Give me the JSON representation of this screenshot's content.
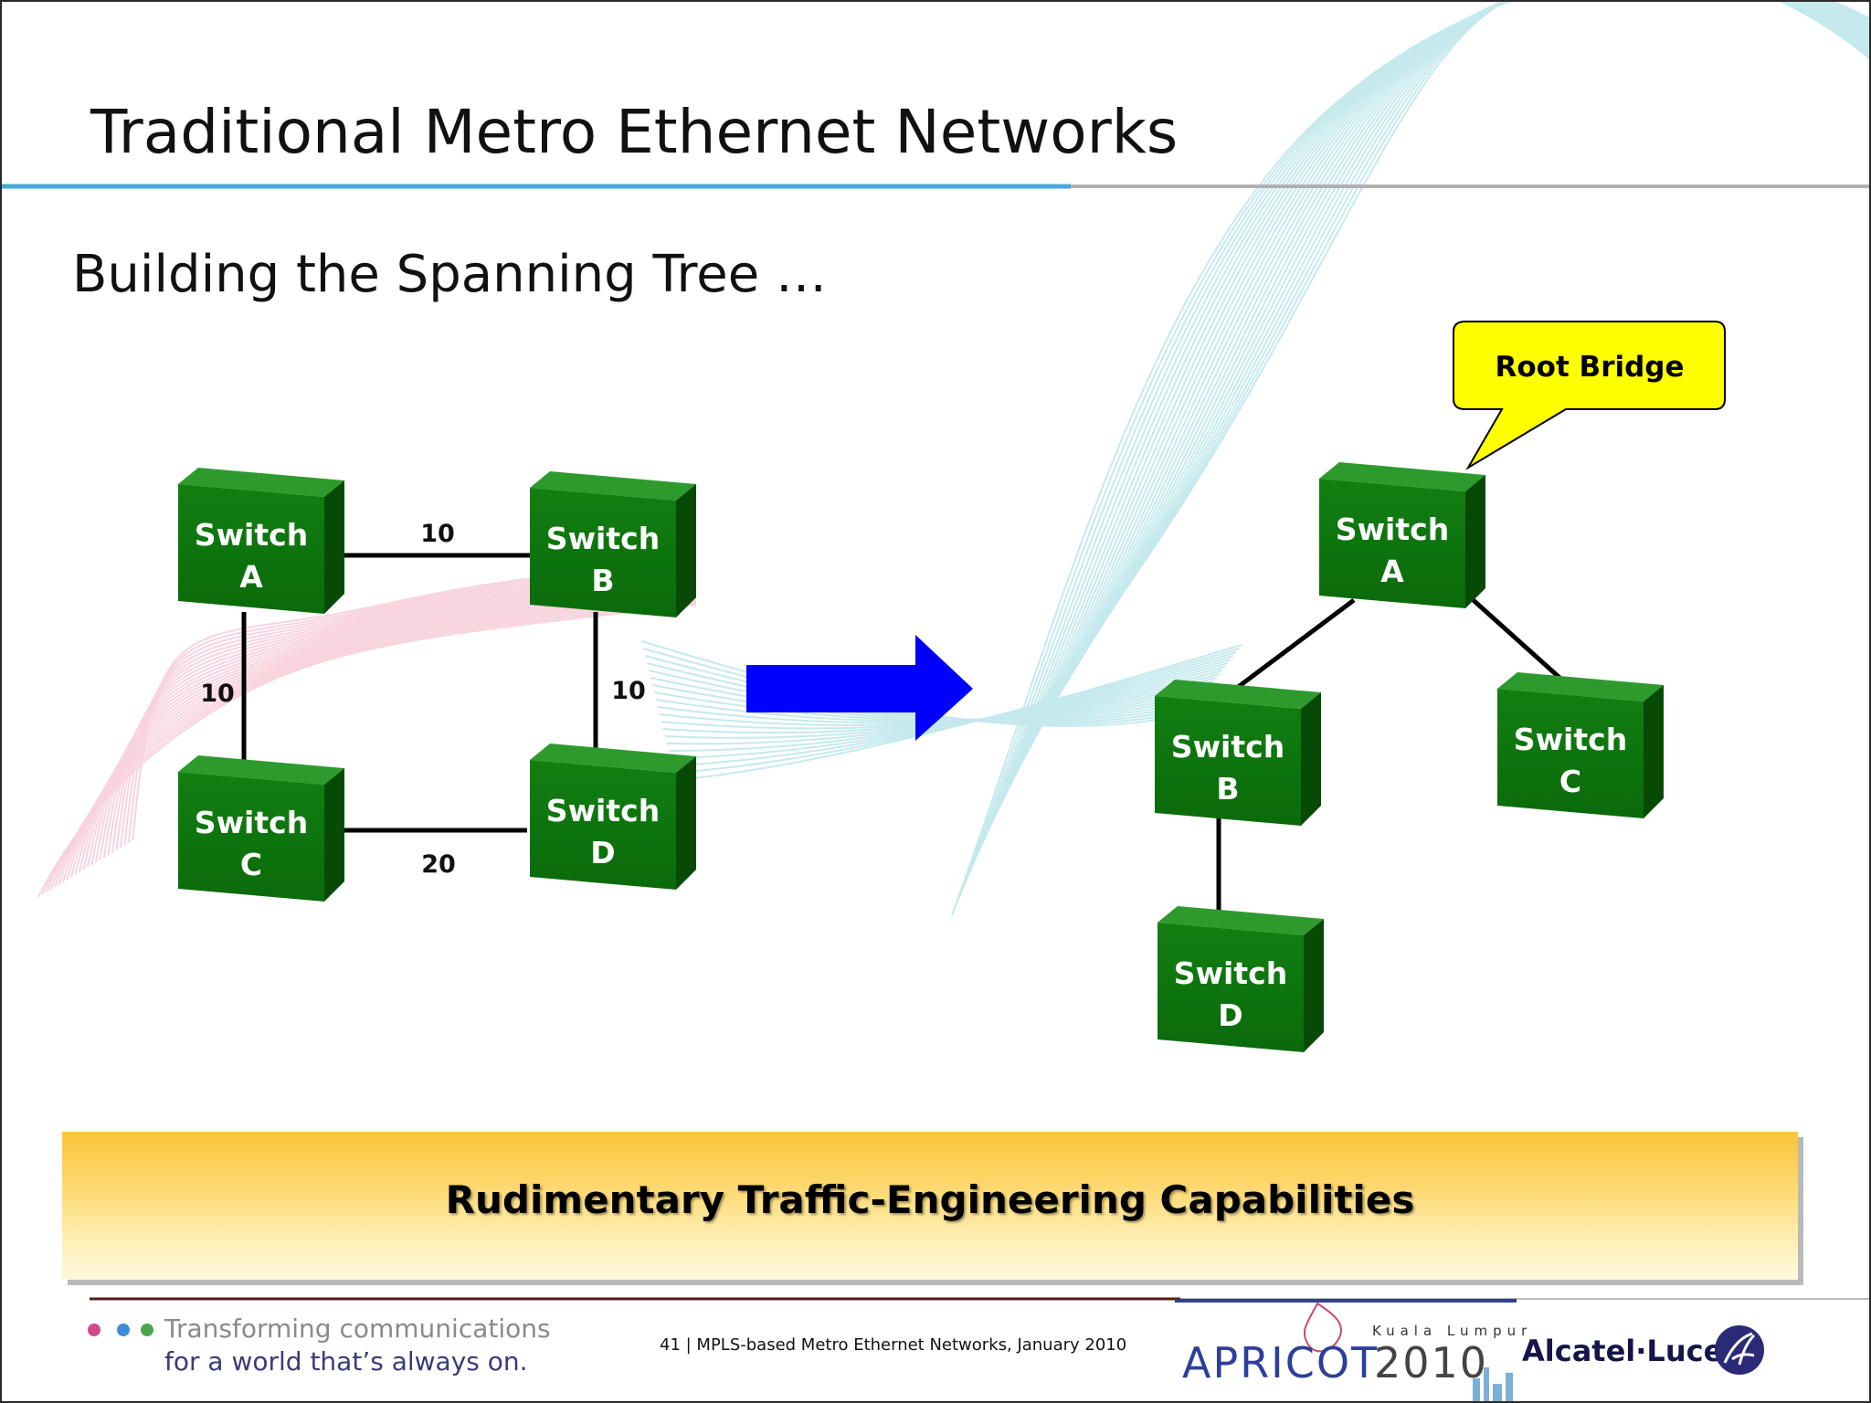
{
  "slide": {
    "title": "Traditional Metro Ethernet Networks",
    "subtitle": "Building the Spanning Tree …",
    "banner": "Rudimentary Traffic-Engineering Capabilities",
    "footer_note": "41 | MPLS-based Metro Ethernet Networks, January 2010"
  },
  "diagram_before": {
    "switches": [
      {
        "id": "A",
        "line1": "Switch",
        "line2": "A"
      },
      {
        "id": "B",
        "line1": "Switch",
        "line2": "B"
      },
      {
        "id": "C",
        "line1": "Switch",
        "line2": "C"
      },
      {
        "id": "D",
        "line1": "Switch",
        "line2": "D"
      }
    ],
    "links": [
      {
        "from": "A",
        "to": "B",
        "cost": "10"
      },
      {
        "from": "A",
        "to": "C",
        "cost": "10"
      },
      {
        "from": "B",
        "to": "D",
        "cost": "10"
      },
      {
        "from": "C",
        "to": "D",
        "cost": "20"
      }
    ]
  },
  "diagram_after": {
    "callout": "Root Bridge",
    "switches": [
      {
        "id": "A",
        "line1": "Switch",
        "line2": "A"
      },
      {
        "id": "B",
        "line1": "Switch",
        "line2": "B"
      },
      {
        "id": "C",
        "line1": "Switch",
        "line2": "C"
      },
      {
        "id": "D",
        "line1": "Switch",
        "line2": "D"
      }
    ],
    "links": [
      {
        "from": "A",
        "to": "B"
      },
      {
        "from": "A",
        "to": "C"
      },
      {
        "from": "B",
        "to": "D"
      }
    ]
  },
  "footer": {
    "tagline_line1": "Transforming communications",
    "tagline_line2": "for a world that’s always on.",
    "apricot_city": "Kuala Lumpur",
    "apricot_name": "APRICOT",
    "apricot_year": "2010",
    "vendor": "Alcatel·Lucent"
  },
  "colors": {
    "switch_face": "#0e7a0e",
    "arrow": "#0000ff",
    "callout_fill": "#ffff00",
    "banner_top": "#fcc43a"
  }
}
